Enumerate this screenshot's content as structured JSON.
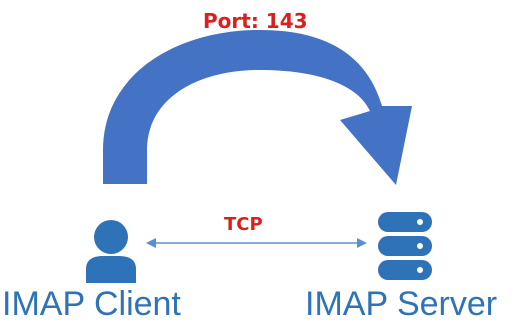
{
  "diagram": {
    "port_label": "Port: 143",
    "protocol_label": "TCP",
    "client": {
      "label": "IMAP Client",
      "icon": "user-icon"
    },
    "server": {
      "label": "IMAP Server",
      "icon": "database-icon"
    },
    "colors": {
      "arrow": "#4472c4",
      "icon": "#2e72b8",
      "port_text": "#d92020",
      "connector": "#5b8fd0"
    }
  }
}
